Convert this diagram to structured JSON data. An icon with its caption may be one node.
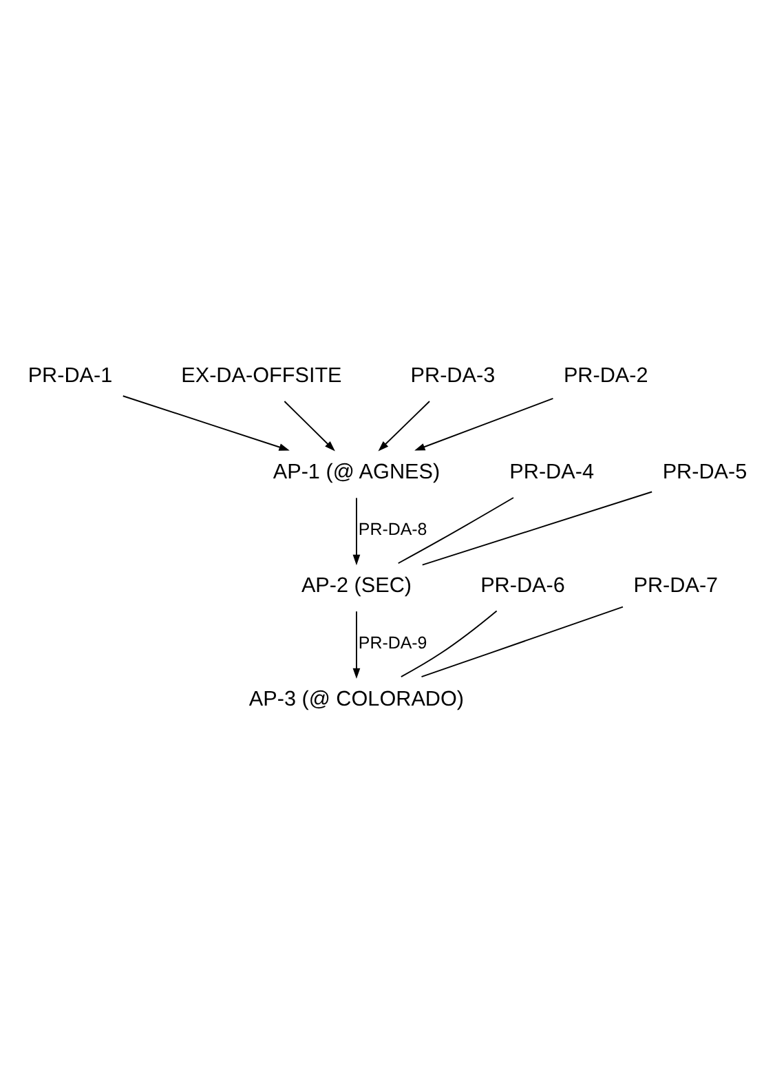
{
  "diagram": {
    "nodes": [
      {
        "text": [
          "PR-DA-1"
        ]
      },
      {
        "text": [
          "EX-DA-OFFSITE"
        ]
      },
      {
        "text": [
          "PR-DA-3"
        ]
      },
      {
        "text": [
          "PR-DA-2"
        ]
      },
      {
        "text": [
          "AP-1 (@ AGNES)"
        ]
      },
      {
        "text": [
          "PR-DA-4"
        ]
      },
      {
        "text": [
          "PR-DA-5"
        ]
      },
      {
        "text": [
          "AP-2 (SEC)"
        ]
      },
      {
        "text": [
          "PR-DA-6"
        ]
      },
      {
        "text": [
          "PR-DA-7"
        ]
      },
      {
        "text": [
          "AP-3 (@ COLORADO)"
        ]
      }
    ],
    "edges": [
      {
        "from": 0,
        "to": 4,
        "arrow": "to"
      },
      {
        "from": 1,
        "to": 4,
        "arrow": "to"
      },
      {
        "from": 2,
        "to": 4,
        "arrow": "to"
      },
      {
        "from": 3,
        "to": 4,
        "arrow": "to"
      },
      {
        "from": 4,
        "to": 7,
        "arrow": "to",
        "label": "PR-DA-8"
      },
      {
        "from": 5,
        "to": 7,
        "arrow": "none"
      },
      {
        "from": 6,
        "to": 7,
        "arrow": "none"
      },
      {
        "from": 7,
        "to": 10,
        "arrow": "to",
        "label": "PR-DA-9"
      },
      {
        "from": 8,
        "to": 10,
        "arrow": "none"
      },
      {
        "from": 9,
        "to": 10,
        "arrow": "none"
      }
    ]
  }
}
